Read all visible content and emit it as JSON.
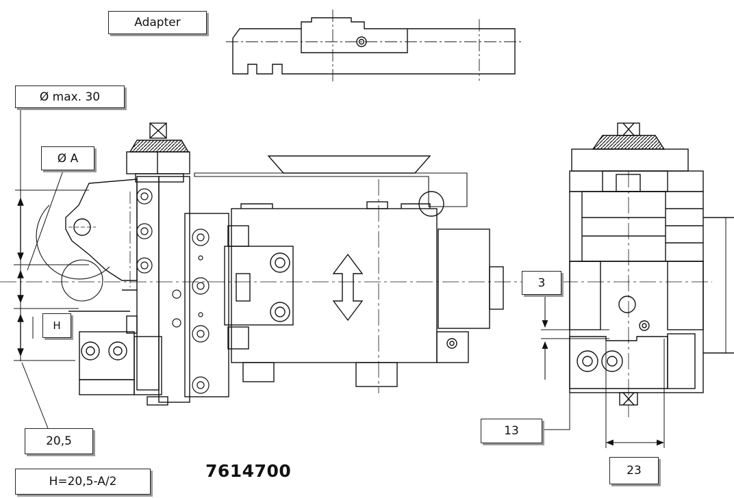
{
  "labels": {
    "adapter": "Adapter",
    "dia_max": "Ø max. 30",
    "dia_a": "Ø A",
    "h": "H",
    "dim_20_5": "20,5",
    "formula": "H=20,5-A/2",
    "dim_3": "3",
    "dim_13": "13",
    "dim_23": "23"
  },
  "part_number": "7614700",
  "colors": {
    "line": "#111111",
    "shadow": "#9a9a9a",
    "background": "#ffffff"
  }
}
